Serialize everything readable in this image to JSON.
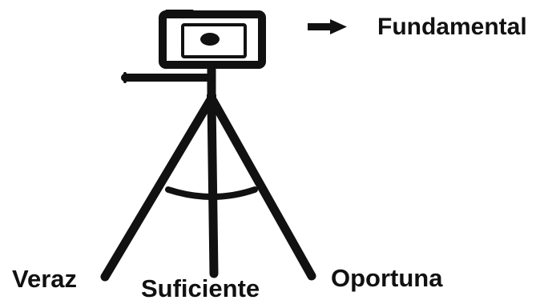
{
  "diagram": {
    "labels": {
      "top": "Fundamental",
      "left_leg": "Veraz",
      "center_leg": "Suficiente",
      "right_leg": "Oportuna"
    },
    "icons": {
      "camera": "camera-icon",
      "tripod": "tripod-icon",
      "arrow": "arrow-right-icon"
    },
    "colors": {
      "stroke": "#111111",
      "background": "#ffffff"
    }
  }
}
